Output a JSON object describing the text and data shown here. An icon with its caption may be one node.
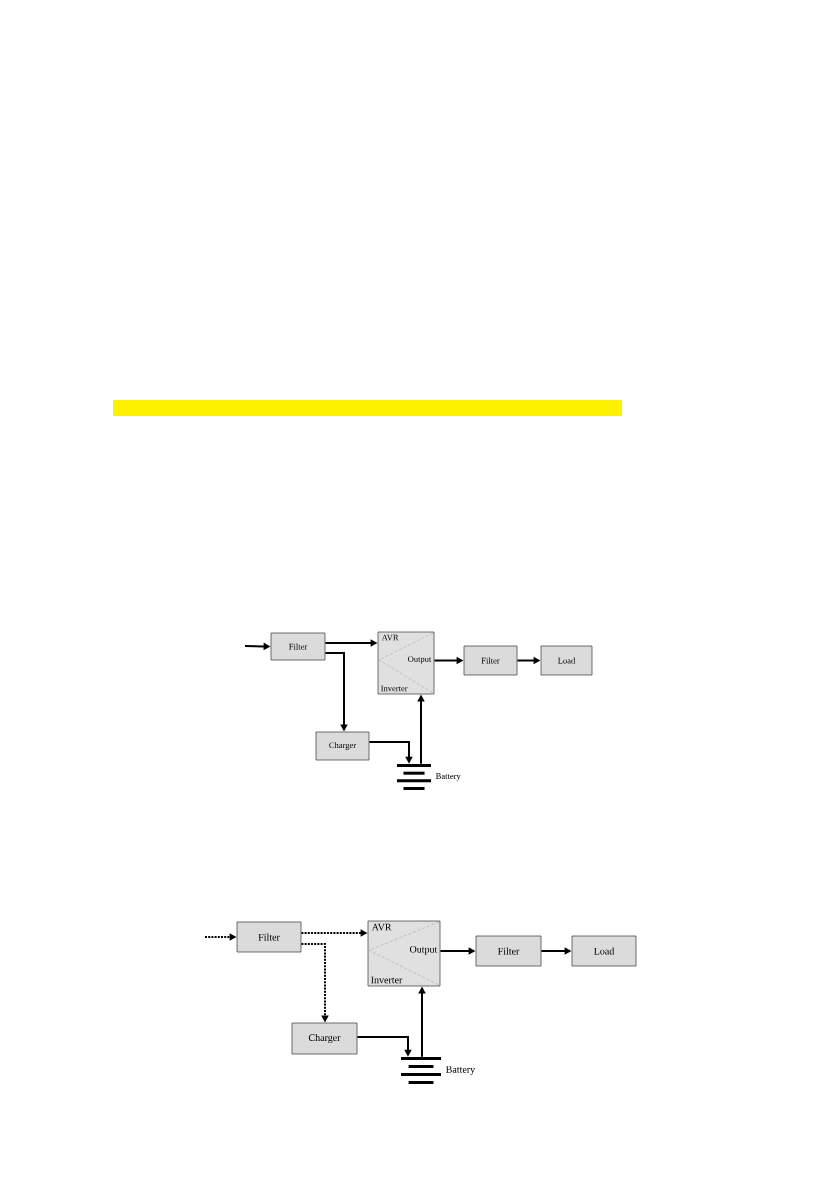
{
  "diagram": {
    "nodes": [
      {
        "text": [
          "Filter"
        ]
      },
      {
        "text": [
          "AVR",
          "Output",
          "Inverter"
        ]
      },
      {
        "text": [
          "Filter"
        ]
      },
      {
        "text": [
          "Load"
        ]
      },
      {
        "text": [
          "Charger"
        ]
      },
      {
        "text": [],
        "shape": "battery",
        "beside": [
          "Battery"
        ]
      },
      {
        "text": [
          "Filter"
        ]
      },
      {
        "text": [
          "AVR",
          "Output",
          "Inverter"
        ]
      },
      {
        "text": [
          "Filter"
        ]
      },
      {
        "text": [
          "Load"
        ]
      },
      {
        "text": [
          "Charger"
        ]
      },
      {
        "text": [],
        "shape": "battery",
        "beside": [
          "Battery"
        ]
      }
    ],
    "edges": [
      {
        "from": null,
        "to": 0,
        "arrow": "to"
      },
      {
        "from": 0,
        "to": 1,
        "arrow": "to"
      },
      {
        "from": 0,
        "to": 4,
        "arrow": "to"
      },
      {
        "from": 4,
        "to": 5,
        "arrow": "to"
      },
      {
        "from": 5,
        "to": 1,
        "arrow": "to"
      },
      {
        "from": 1,
        "to": 2,
        "arrow": "to"
      },
      {
        "from": 2,
        "to": 3,
        "arrow": "to"
      },
      {
        "from": null,
        "to": 6,
        "arrow": "to",
        "style": "dashed"
      },
      {
        "from": 6,
        "to": 7,
        "arrow": "to",
        "style": "dashed"
      },
      {
        "from": 6,
        "to": 10,
        "arrow": "to",
        "style": "dashed"
      },
      {
        "from": 10,
        "to": 11,
        "arrow": "to"
      },
      {
        "from": 11,
        "to": 7,
        "arrow": "to"
      },
      {
        "from": 7,
        "to": 8,
        "arrow": "to"
      },
      {
        "from": 8,
        "to": 9,
        "arrow": "to"
      }
    ]
  }
}
